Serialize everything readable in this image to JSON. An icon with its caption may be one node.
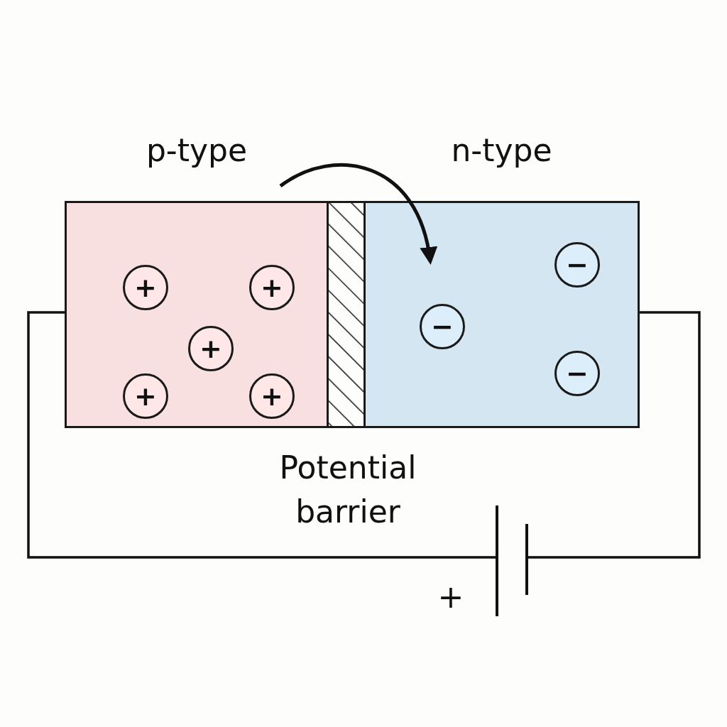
{
  "diagram": {
    "nodes": [
      {
        "text": [
          "p-type"
        ]
      },
      {
        "text": [
          "+"
        ],
        "in": 0
      },
      {
        "text": [
          "+"
        ],
        "in": 0
      },
      {
        "text": [
          "+"
        ],
        "in": 0
      },
      {
        "text": [
          "+"
        ],
        "in": 0
      },
      {
        "text": [
          "+"
        ],
        "in": 0
      },
      {
        "text": [],
        "shape": "box",
        "beside": [
          "Potential barrier"
        ]
      },
      {
        "text": [
          "n-type"
        ]
      },
      {
        "text": [
          "−"
        ],
        "in": 7
      },
      {
        "text": [
          "−"
        ],
        "in": 7
      },
      {
        "text": [
          "−"
        ],
        "in": 7
      },
      {
        "text": [],
        "shape": "battery",
        "beside": [
          "+"
        ]
      }
    ],
    "edges": [
      {
        "from": 0,
        "to": 11,
        "arrow": "none"
      },
      {
        "from": 11,
        "to": 7,
        "arrow": "none"
      },
      {
        "from": null,
        "to": 7,
        "arrow": "to"
      }
    ]
  }
}
